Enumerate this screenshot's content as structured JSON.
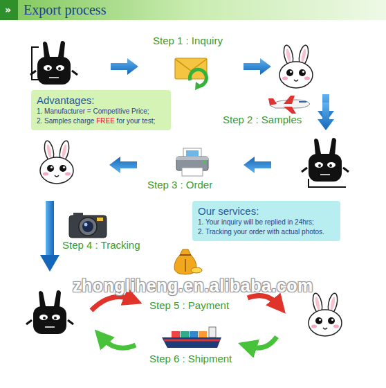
{
  "diagram": {
    "title": "Export process",
    "nodes": [
      {
        "text": [
          "Advantages:",
          "1. Manufacturer = Competitive Price;",
          "2. Samples charge FREE for your test;"
        ]
      },
      {
        "text": [
          "Our services:",
          "1. Your inquiry will be replied in 24hrs;",
          "2. Tracking your order with actual photos."
        ]
      }
    ],
    "labels": [
      "»",
      "Step 1 : Inquiry",
      "Step 2 : Samples",
      "Step 3 : Order",
      "Step 4 : Tracking",
      "Step 5 : Payment",
      "Step 6 : Shipment",
      "zhongliheng.en.alibaba.com"
    ]
  }
}
